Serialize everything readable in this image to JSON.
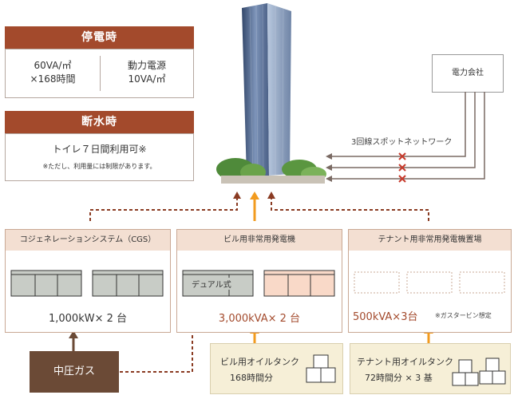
{
  "outage": {
    "title": "停電時",
    "left_line1": "60VA/㎡",
    "left_line2": "×168時間",
    "right_line1": "動力電源",
    "right_line2": "10VA/㎡"
  },
  "water": {
    "title": "断水時",
    "line1": "トイレ７日間利用可※",
    "note": "※ただし、利用量には制限があります。"
  },
  "power_company": {
    "label": "電力会社"
  },
  "network": {
    "label": "3回線スポットネットワーク"
  },
  "cgs": {
    "title": "コジェネレーションシステム（CGS）",
    "capacity": "1,000kW× 2 台"
  },
  "building_gen": {
    "title": "ビル用非常用発電機",
    "dual_label": "デュアル式",
    "capacity": "3,000kVA× 2 台"
  },
  "tenant_gen": {
    "title": "テナント用非常用発電機置場",
    "capacity": "500kVA×3台",
    "note": "※ガスタービン想定"
  },
  "gas": {
    "label": "中圧ガス"
  },
  "building_tank": {
    "line1": "ビル用オイルタンク",
    "line2": "168時間分"
  },
  "tenant_tank": {
    "line1": "テナント用オイルタンク",
    "line2": "72時間分 × 3 基"
  },
  "colors": {
    "accent": "#a34a2c",
    "arrow_orange": "#f29b1f",
    "arrow_dash": "#8a3b22",
    "arrow_brown": "#6b4a36",
    "cross": "#c7392b"
  }
}
